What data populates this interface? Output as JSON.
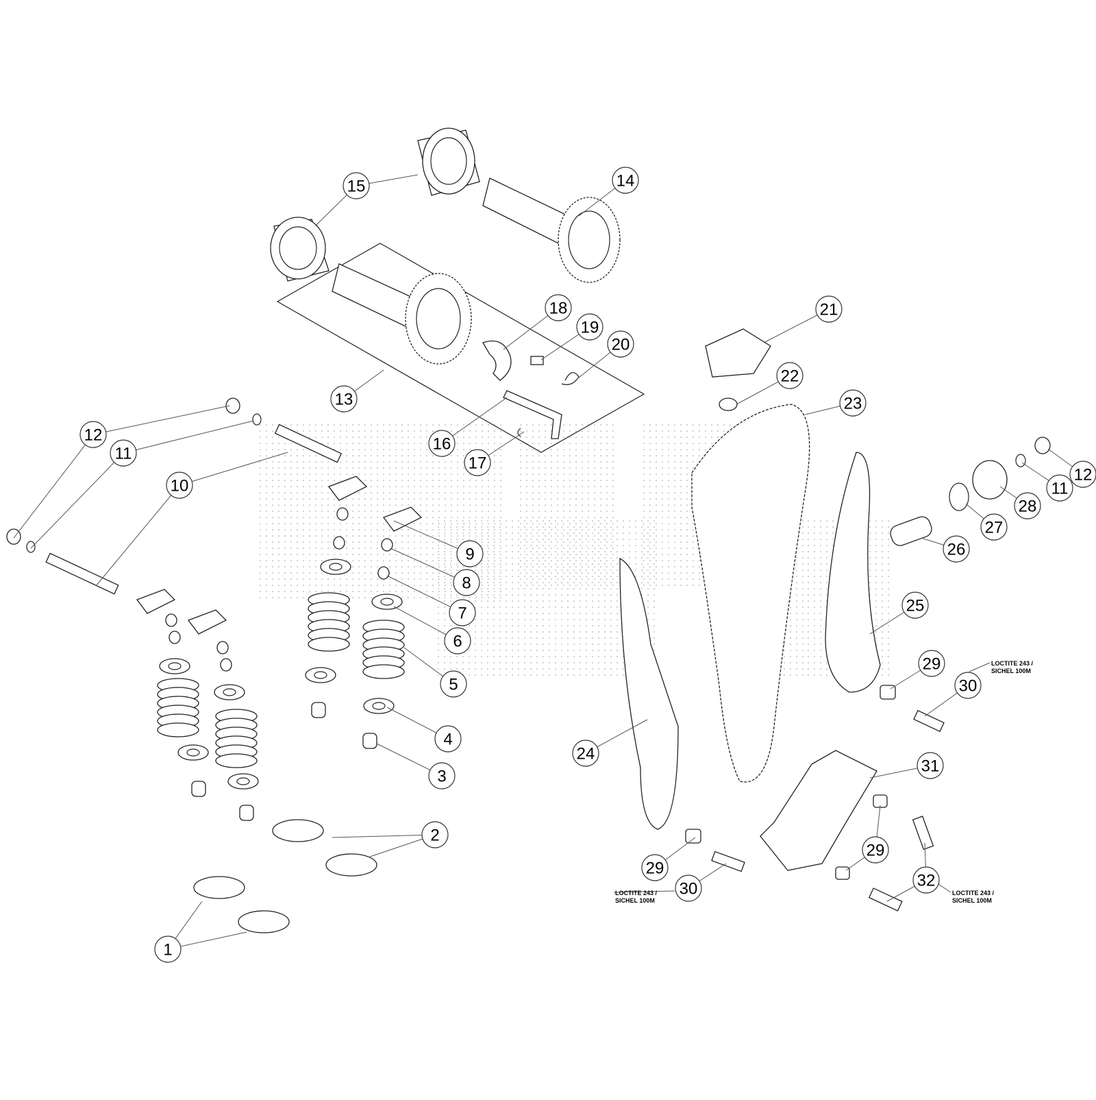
{
  "diagram": {
    "type": "exploded parts diagram",
    "callouts": [
      "1",
      "2",
      "3",
      "4",
      "5",
      "6",
      "7",
      "8",
      "9",
      "10",
      "11",
      "12",
      "13",
      "14",
      "15",
      "16",
      "17",
      "18",
      "19",
      "20",
      "21",
      "22",
      "23",
      "24",
      "25",
      "26",
      "27",
      "28",
      "11",
      "12",
      "29",
      "30",
      "31",
      "29",
      "32",
      "29",
      "30"
    ],
    "notes": [
      {
        "line1": "LOCTITE 243 /",
        "line2": "SICHEL 100M"
      },
      {
        "line1": "LOCTITE 243 /",
        "line2": "SICHEL 100M"
      },
      {
        "line1": "LOCTITE 243 /",
        "line2": "SICHEL 100M"
      }
    ]
  }
}
